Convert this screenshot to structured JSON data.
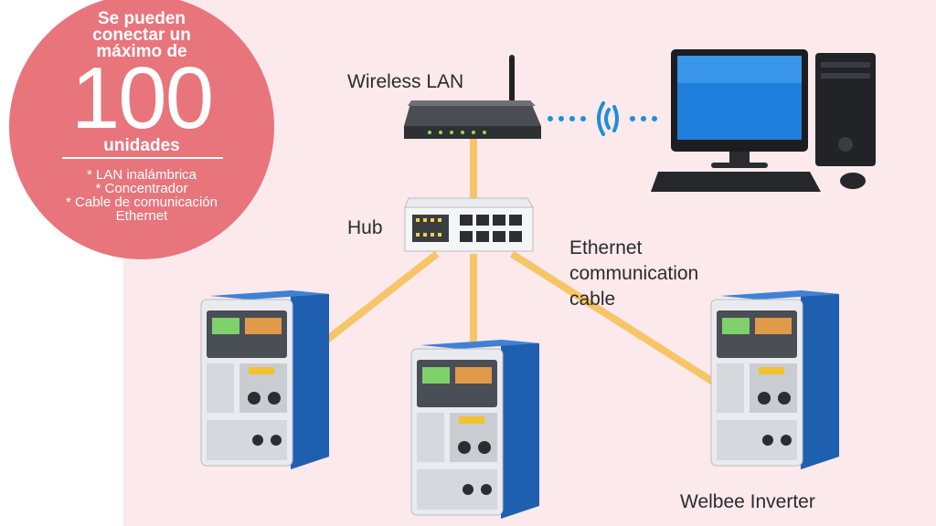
{
  "badge": {
    "line1": "Se pueden",
    "line2": "conectar un",
    "line3": "máximo de",
    "number": "100",
    "unit": "unidades",
    "notes": [
      "* LAN inalámbrica",
      "* Concentrador",
      "* Cable de comunicación",
      "Ethernet"
    ]
  },
  "labels": {
    "wireless_lan": "Wireless LAN",
    "hub": "Hub",
    "ethernet_line1": "Ethernet",
    "ethernet_line2": "communication",
    "ethernet_line3": "cable",
    "welbee": "Welbee Inverter"
  },
  "colors": {
    "background": "#fbe9ec",
    "badge": "#e8757c",
    "cable": "#f7c567",
    "wifi": "#1e8fd6",
    "welder_blue": "#1f5fb0"
  },
  "icons": [
    "router-icon",
    "wifi-signal-icon",
    "computer-icon",
    "hub-icon",
    "welding-machine-icon"
  ]
}
